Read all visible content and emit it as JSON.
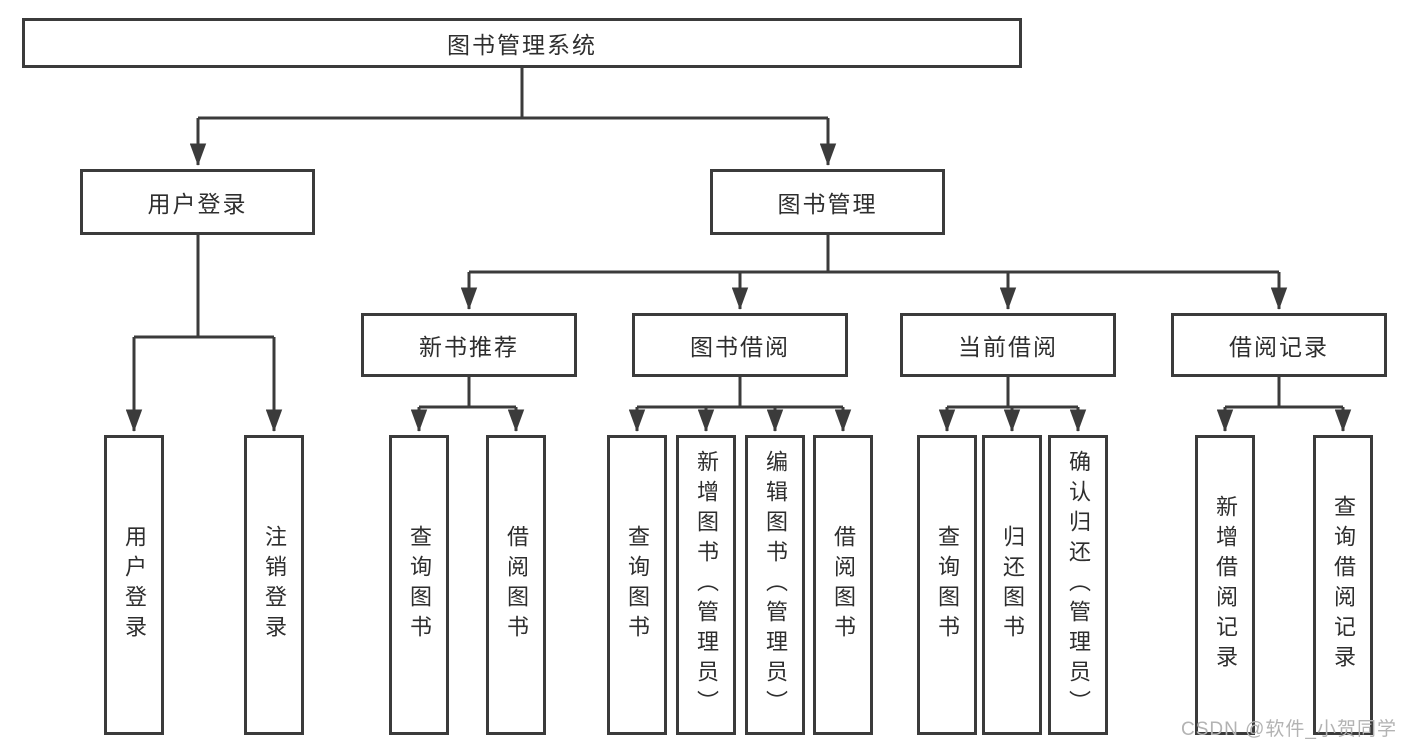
{
  "diagram": {
    "type": "hierarchy-tree",
    "watermark": "CSDN @软件_小贺同学",
    "colors": {
      "background": "#ffffff",
      "box_border": "#3b3b3b",
      "connector": "#3b3b3b",
      "text": "#2e2e2e",
      "watermark": "#b3b3b3"
    },
    "nodes": [
      {
        "id": "root",
        "label": "图书管理系统",
        "parent": null
      },
      {
        "id": "user-login-module",
        "label": "用户登录",
        "parent": "root"
      },
      {
        "id": "book-management",
        "label": "图书管理",
        "parent": "root"
      },
      {
        "id": "user-login",
        "label": "用户登录",
        "parent": "user-login-module"
      },
      {
        "id": "logout",
        "label": "注销登录",
        "parent": "user-login-module"
      },
      {
        "id": "new-book-recommend",
        "label": "新书推荐",
        "parent": "book-management"
      },
      {
        "id": "book-borrow",
        "label": "图书借阅",
        "parent": "book-management"
      },
      {
        "id": "current-borrow",
        "label": "当前借阅",
        "parent": "book-management"
      },
      {
        "id": "borrow-records",
        "label": "借阅记录",
        "parent": "book-management"
      },
      {
        "id": "nbr-query-books",
        "label": "查询图书",
        "parent": "new-book-recommend"
      },
      {
        "id": "nbr-borrow-books",
        "label": "借阅图书",
        "parent": "new-book-recommend"
      },
      {
        "id": "bb-query-books",
        "label": "查询图书",
        "parent": "book-borrow"
      },
      {
        "id": "bb-add-books",
        "label": "新增图书（管理员）",
        "parent": "book-borrow"
      },
      {
        "id": "bb-edit-books",
        "label": "编辑图书（管理员）",
        "parent": "book-borrow"
      },
      {
        "id": "bb-borrow-books",
        "label": "借阅图书",
        "parent": "book-borrow"
      },
      {
        "id": "cb-query-books",
        "label": "查询图书",
        "parent": "current-borrow"
      },
      {
        "id": "cb-return-books",
        "label": "归还图书",
        "parent": "current-borrow"
      },
      {
        "id": "cb-confirm-return",
        "label": "确认归还（管理员）",
        "parent": "current-borrow"
      },
      {
        "id": "br-add-record",
        "label": "新增借阅记录",
        "parent": "borrow-records"
      },
      {
        "id": "br-query-record",
        "label": "查询借阅记录",
        "parent": "borrow-records"
      }
    ]
  }
}
